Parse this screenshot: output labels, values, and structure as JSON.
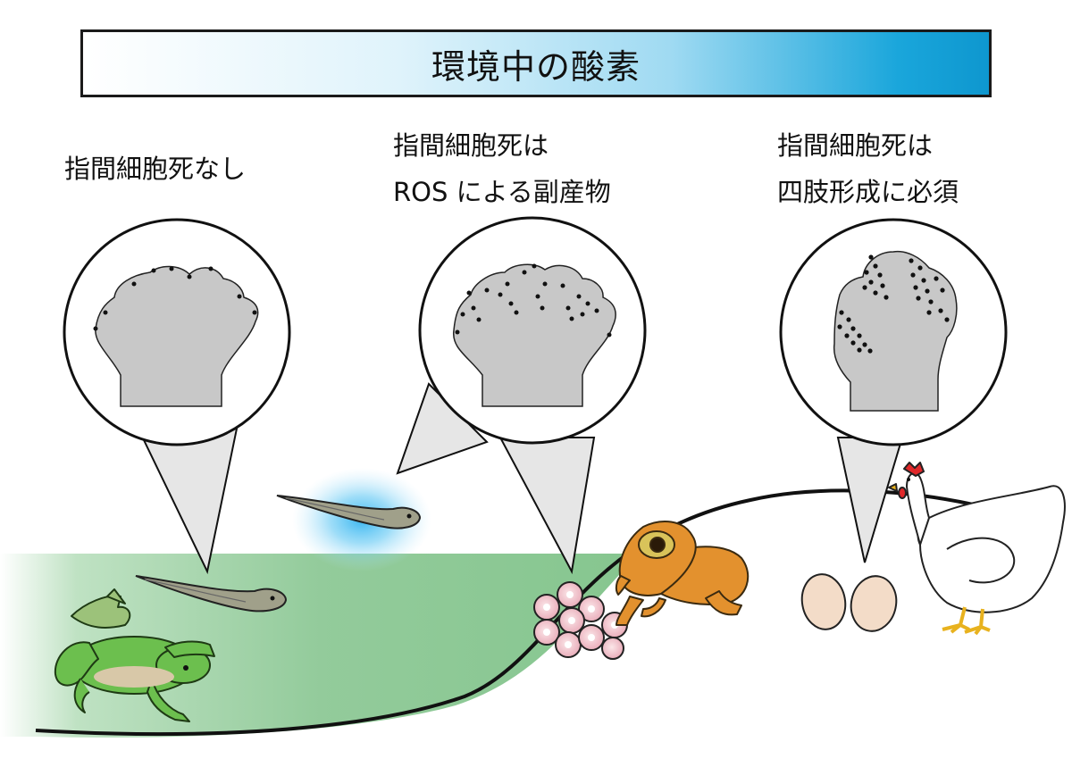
{
  "banner": {
    "title": "環境中の酸素"
  },
  "panels": [
    {
      "lines": [
        "指間細胞死なし"
      ]
    },
    {
      "lines": [
        "指間細胞死は",
        "ROS による副産物"
      ]
    },
    {
      "lines": [
        "指間細胞死は",
        "四肢形成に必須"
      ]
    }
  ],
  "colors": {
    "banner_gradient": [
      "#ffffff",
      "#0e97cf"
    ],
    "water": "#8cc996",
    "limb": "#c8c8c8",
    "frog_green": "#6cbf4e",
    "frog_orange": "#e3912e",
    "glow": "#37b5ef"
  },
  "icons": [
    "frog-icon",
    "tadpole-icon",
    "tree-frog-icon",
    "frog-eggs-icon",
    "chicken-icon",
    "chicken-eggs-icon"
  ]
}
